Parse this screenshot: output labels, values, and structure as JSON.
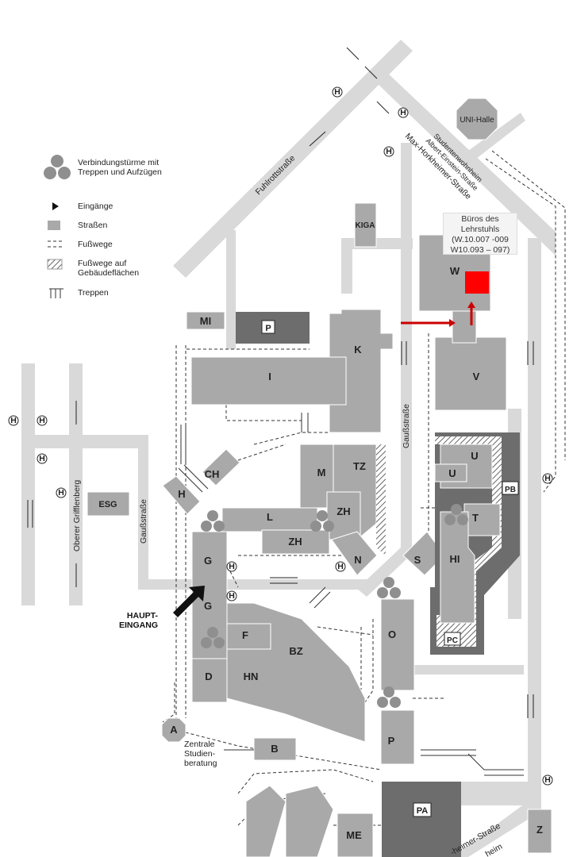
{
  "legend": {
    "towers": "Verbindungstürme mit Treppen und Aufzügen",
    "entrances": "Eingänge",
    "streets": "Straßen",
    "footpaths": "Fußwege",
    "footpaths_buildings": "Fußwege auf Gebäudeflächen",
    "stairs": "Treppen"
  },
  "streets": {
    "fuhlrott": "Fuhlrottstraße",
    "max_horkheimer": "Max-Horkheimer-Straße",
    "albert_einstein": "Albert-Einstein-Straße",
    "studentenwohnheim": "Studentenwohnheim",
    "gauss_1": "Gaußstraße",
    "gauss_2": "Gaußstraße",
    "oberer_grifflenberg": "Oberer Grifflenberg",
    "max_horkheimer_bottom": "-heimer-Straße",
    "bottom_frag": "heim"
  },
  "buildings": {
    "uni_halle": "UNI-Halle",
    "kiga": "KIGA",
    "w": "W",
    "v": "V",
    "k": "K",
    "i": "I",
    "mi": "MI",
    "p_park": "P",
    "ch": "CH",
    "h": "H",
    "esg": "ESG",
    "m": "M",
    "tz": "TZ",
    "zh1": "ZH",
    "zh2": "ZH",
    "l": "L",
    "g1": "G",
    "g2": "G",
    "n": "N",
    "s": "S",
    "u1": "U",
    "u2": "U",
    "t": "T",
    "hi": "HI",
    "pb": "PB",
    "pc": "PC",
    "f": "F",
    "bz": "BZ",
    "d": "D",
    "hn": "HN",
    "o": "O",
    "p": "P",
    "a": "A",
    "b": "B",
    "pa": "PA",
    "me": "ME",
    "z": "Z"
  },
  "bus_stop_symbol": "H",
  "callout": {
    "line1": "Büros des",
    "line2": "Lehrstuhls",
    "line3": "(W.10.007 -009",
    "line4": "W10.093 – 097)"
  },
  "main_entrance": {
    "line1": "HAUPT-",
    "line2": "EINGANG"
  },
  "central_advice": {
    "line1": "Zentrale",
    "line2": "Studien-",
    "line3": "beratung"
  },
  "colors": {
    "street": "#d9d9d9",
    "building": "#a9a9a9",
    "building_dark": "#6d6d6d",
    "highlight": "#ff0000",
    "tower": "#8f8f8f"
  }
}
